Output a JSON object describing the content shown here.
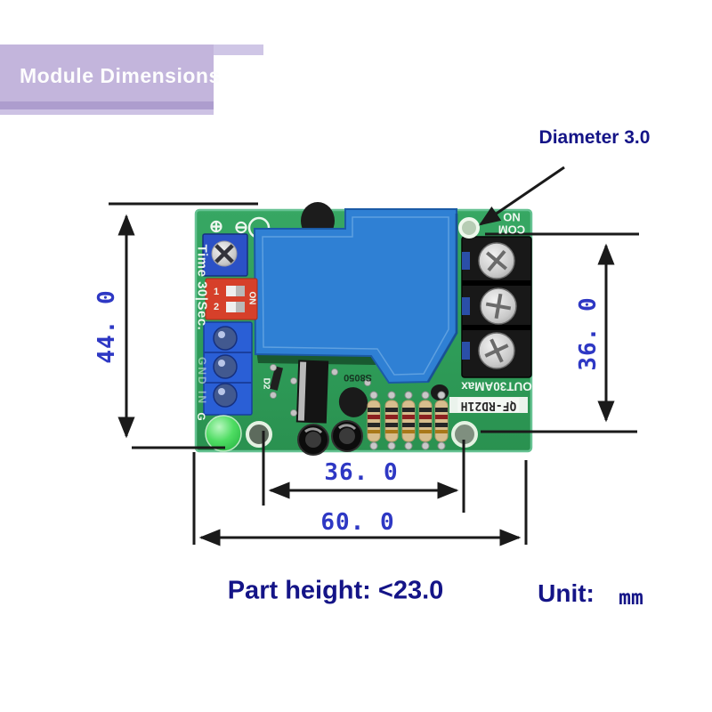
{
  "banner": {
    "title": "Module Dimensions"
  },
  "callouts": {
    "diameter": "Diameter 3.0",
    "part_height": "Part height: <23.0",
    "unit_label": "Unit:",
    "unit_value": "mm"
  },
  "dimensions": {
    "board_height_mm": "44. 0",
    "terminal_span_mm": "36. 0",
    "hole_spacing_mm": "36. 0",
    "board_width_mm": "60. 0"
  },
  "pcb": {
    "silkscreen": {
      "plus": "⊕",
      "minus": "⊖",
      "timer_label": "Time 30|Sec.",
      "io_labels": "GND IN",
      "g_label": "G",
      "no_label": "NO",
      "com_label": "COM",
      "rating_label": "OUT30AMax",
      "model_number": "QF-RD21H",
      "transistor_marking": "S8050",
      "diode_label": "D2",
      "dip_pos1": "1",
      "dip_pos2": "2",
      "dip_on_label": "ON"
    }
  },
  "colors": {
    "label_navy": "#141487",
    "dimension_blue": "#2e38c4",
    "banner_lavender": "#c3b5dc",
    "pcb_green": "#2f9e5a",
    "relay_blue": "#2f80d4",
    "dip_red": "#d6402a",
    "terminal_black": "#181818"
  }
}
